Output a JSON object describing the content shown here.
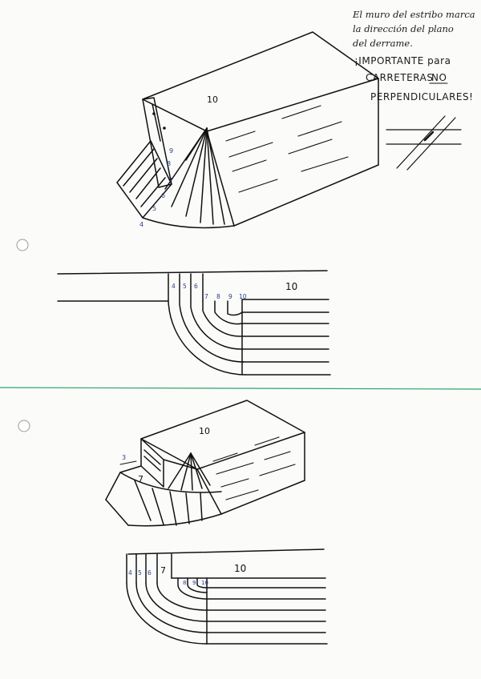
{
  "note": {
    "line1": "El muro del estribo marca",
    "line2": "la dirección del plano",
    "line3": "del derrame.",
    "important_line1": "¡IMPORTANTE para",
    "important_line2_a": "CARRETERAS",
    "important_line2_b": "NO",
    "important_line3": "PERPENDICULARES!"
  },
  "top_iso": {
    "label_top": "10",
    "nums": [
      "9",
      "8",
      "7",
      "6",
      "5",
      "4"
    ]
  },
  "top_plan": {
    "label_big": "10",
    "nums": [
      "4",
      "5",
      "6",
      "7",
      "8",
      "9",
      "10"
    ]
  },
  "bottom_iso": {
    "label_top": "10",
    "label_mid": "7",
    "label_dim": "3"
  },
  "bottom_plan": {
    "label_big": "10",
    "label_mid": "7",
    "nums": [
      "4",
      "5",
      "6",
      "8",
      "9",
      "10"
    ]
  },
  "colors": {
    "ink": "#111111",
    "blue_ink": "#2a3f8f",
    "divider": "#2aa36b"
  }
}
